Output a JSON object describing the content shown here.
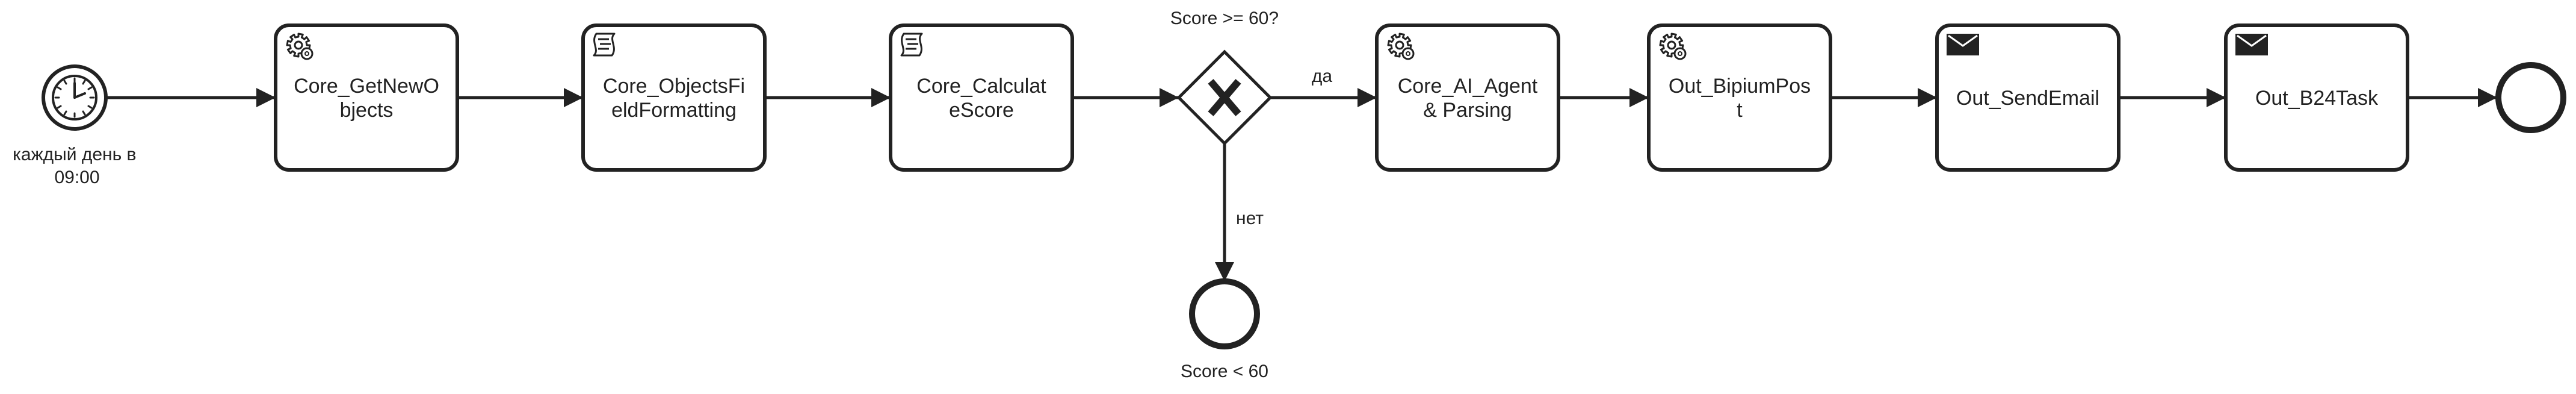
{
  "colors": {
    "stroke": "#222222",
    "fill": "#ffffff",
    "text": "#222222"
  },
  "start_event": {
    "icon": "timer-icon",
    "label_lines": [
      "каждый день в",
      "09:00"
    ]
  },
  "tasks": [
    {
      "icon": "gear-icon",
      "lines": [
        "Core_GetNewO",
        "bjects"
      ]
    },
    {
      "icon": "script-icon",
      "lines": [
        "Core_ObjectsFi",
        "eldFormatting"
      ]
    },
    {
      "icon": "script-icon",
      "lines": [
        "Core_Calculat",
        "eScore"
      ]
    },
    {
      "icon": "gear-icon",
      "lines": [
        "Core_AI_Agent",
        "& Parsing"
      ]
    },
    {
      "icon": "gear-icon",
      "lines": [
        "Out_BipiumPos",
        "t"
      ]
    },
    {
      "icon": "envelope-icon",
      "lines": [
        "Out_SendEmail"
      ]
    },
    {
      "icon": "envelope-icon",
      "lines": [
        "Out_B24Task"
      ]
    }
  ],
  "gateway": {
    "icon": "x-icon",
    "label": "Score >= 60?",
    "yes_label": "да",
    "no_label": "нет"
  },
  "end_events": {
    "no_branch_label": "Score < 60"
  }
}
